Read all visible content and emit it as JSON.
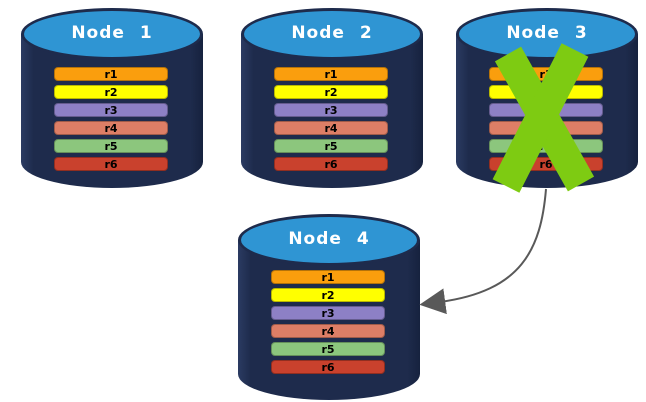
{
  "colors": {
    "background": "#ffffff",
    "cylinder_body": "#1e2b4c",
    "cylinder_top": "#2f95d3",
    "header_text": "#ffffff",
    "row_text": "#000000",
    "cross": "#7ecb12",
    "arrow": "#595959"
  },
  "nodes": [
    {
      "label": "Node 1",
      "crossed_out": false,
      "rows": [
        {
          "label": "r1",
          "color": "#fa9e0d"
        },
        {
          "label": "r2",
          "color": "#ffff00"
        },
        {
          "label": "r3",
          "color": "#8d80c5"
        },
        {
          "label": "r4",
          "color": "#dd7e66"
        },
        {
          "label": "r5",
          "color": "#8cc67d"
        },
        {
          "label": "r6",
          "color": "#c9412d"
        }
      ]
    },
    {
      "label": "Node 2",
      "crossed_out": false,
      "rows": [
        {
          "label": "r1",
          "color": "#fa9e0d"
        },
        {
          "label": "r2",
          "color": "#ffff00"
        },
        {
          "label": "r3",
          "color": "#8d80c5"
        },
        {
          "label": "r4",
          "color": "#dd7e66"
        },
        {
          "label": "r5",
          "color": "#8cc67d"
        },
        {
          "label": "r6",
          "color": "#c9412d"
        }
      ]
    },
    {
      "label": "Node 3",
      "crossed_out": true,
      "rows": [
        {
          "label": "r1",
          "color": "#fa9e0d"
        },
        {
          "label": "r2",
          "color": "#ffff00"
        },
        {
          "label": "r3",
          "color": "#8d80c5"
        },
        {
          "label": "r4",
          "color": "#dd7e66"
        },
        {
          "label": "r5",
          "color": "#8cc67d"
        },
        {
          "label": "r6",
          "color": "#c9412d"
        }
      ]
    },
    {
      "label": "Node 4",
      "crossed_out": false,
      "rows": [
        {
          "label": "r1",
          "color": "#fa9e0d"
        },
        {
          "label": "r2",
          "color": "#ffff00"
        },
        {
          "label": "r3",
          "color": "#8d80c5"
        },
        {
          "label": "r4",
          "color": "#dd7e66"
        },
        {
          "label": "r5",
          "color": "#8cc67d"
        },
        {
          "label": "r6",
          "color": "#c9412d"
        }
      ]
    }
  ],
  "arrow": {
    "description": "curved arrow from Node 3 to Node 4"
  }
}
